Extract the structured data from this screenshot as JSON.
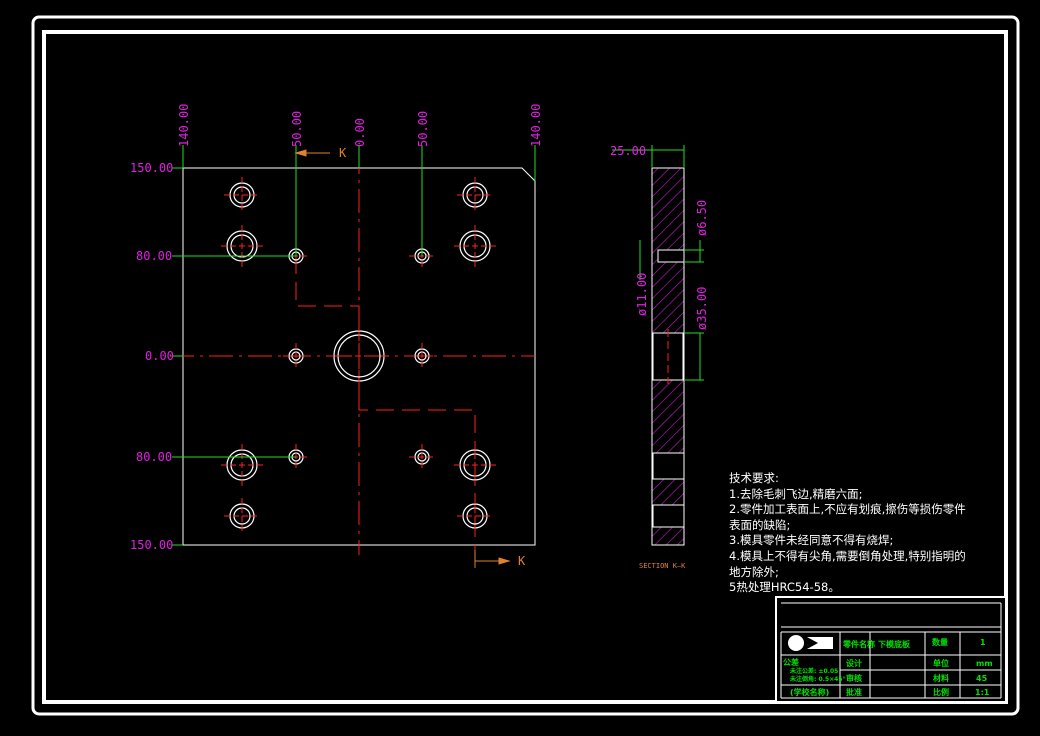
{
  "plate_dimensions": {
    "x_top": [
      "140.00",
      "50.00",
      "0.00",
      "50.00",
      "140.00"
    ],
    "y_left": [
      "150.00",
      "80.00",
      "0.00",
      "80.00",
      "150.00"
    ]
  },
  "section_marker": "K",
  "section_label": "SECTION K—K",
  "side_view_dimensions": [
    "25.00",
    "ø6.50",
    "ø11.00",
    "ø35.00"
  ],
  "technical_requirements": {
    "title": "技术要求:",
    "lines": [
      "1.去除毛刺飞边,精磨六面;",
      "2.零件加工表面上,不应有划痕,擦伤等损伤零件",
      "表面的缺陷;",
      "3.模具零件未经同意不得有烧焊;",
      "4.模具上不得有尖角,需要倒角处理,特别指明的",
      "地方除外;",
      "5热处理HRC54-58。"
    ]
  },
  "title_block": {
    "part_name_label": "零件名称",
    "part_name": "下模底板",
    "quantity_label": "数量",
    "quantity": "1",
    "tolerance_label": "公差",
    "tolerance_1": "未注公差: ±0.05",
    "tolerance_2": "未注倒角: 0.5×45°",
    "design_label": "设计",
    "check_label": "审核",
    "approve_label": "批准",
    "unit_label": "单位",
    "unit": "mm",
    "material_label": "材料",
    "material": "45",
    "scale_label": "比例",
    "scale": "1:1",
    "company": "(学校名称)"
  },
  "colors": {
    "outline": "#ffffff",
    "centerline": "#ff2020",
    "dimension_text": "#e020e0",
    "dimension_line": "#20e020",
    "hatch": "#c020c0",
    "section_arrow": "#e08030"
  }
}
